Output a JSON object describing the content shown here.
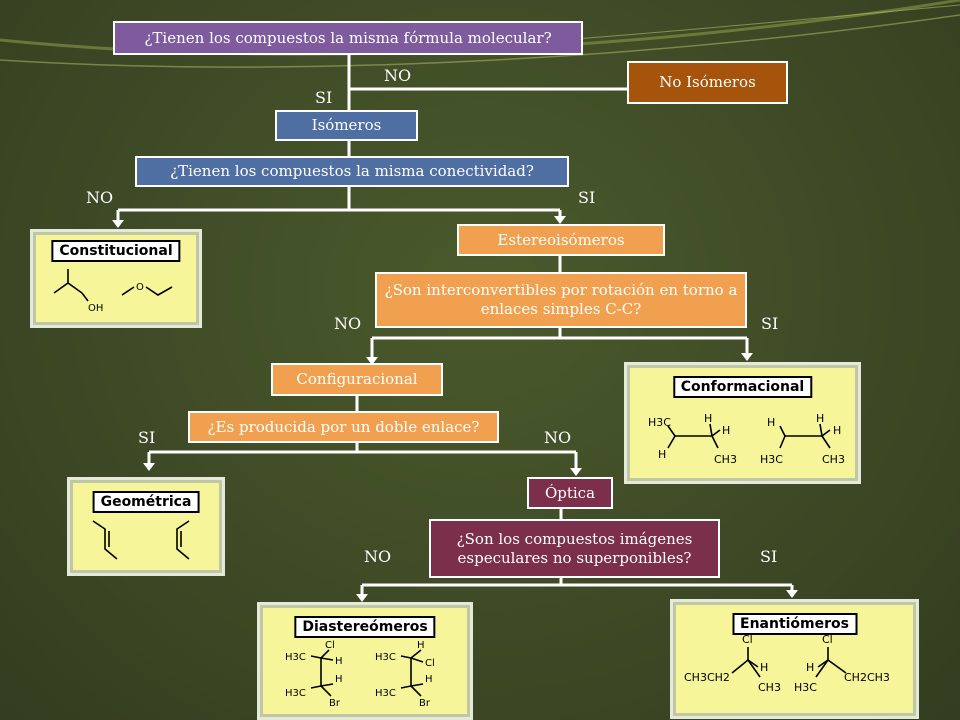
{
  "colors": {
    "background": "#3e4a26",
    "q_formula": "#7d5b9c",
    "no_isomeros": "#a6530c",
    "blue_boxes": "#4f6fa3",
    "orange_boxes": "#f0a04f",
    "maroon_boxes": "#7b2f4a",
    "panel": "#f7f59a"
  },
  "nodes": {
    "q_formula": "¿Tienen los compuestos la misma fórmula molecular?",
    "no_isomeros": "No Isómeros",
    "isomeros": "Isómeros",
    "q_conectividad": "¿Tienen los compuestos la misma conectividad?",
    "estereoisomeros": "Estereoisómeros",
    "q_rotacion": "¿Son interconvertibles por rotación en torno a enlaces simples C-C?",
    "configuracional": "Configuracional",
    "q_doble_enlace": "¿Es producida por un doble enlace?",
    "optica": "Óptica",
    "q_especulares": "¿Son los compuestos imágenes especulares no superponibles?"
  },
  "branch_labels": {
    "formula_no": "NO",
    "formula_si": "SI",
    "conectividad_no": "NO",
    "conectividad_si": "SI",
    "rotacion_no": "NO",
    "rotacion_si": "SI",
    "doble_si": "SI",
    "doble_no": "NO",
    "especulares_no": "NO",
    "especulares_si": "SI"
  },
  "panels": {
    "constitucional": {
      "title": "Constitucional",
      "atoms": [
        "OH",
        "O"
      ]
    },
    "conformacional": {
      "title": "Conformacional",
      "atoms": [
        "H3C",
        "H",
        "H",
        "H",
        "CH3",
        "H",
        "H",
        "H",
        "H3C",
        "CH3"
      ]
    },
    "geometrica": {
      "title": "Geométrica"
    },
    "diastereomeros": {
      "title": "Diastereómeros",
      "atoms": [
        "Cl",
        "H3C",
        "H",
        "H3C",
        "H",
        "Br",
        "H",
        "H3C",
        "Cl",
        "H3C",
        "H",
        "Br"
      ]
    },
    "enantiomeros": {
      "title": "Enantiómeros",
      "atoms": [
        "Cl",
        "Cl",
        "CH3CH2",
        "H",
        "CH3",
        "H3C",
        "H",
        "CH2CH3"
      ]
    }
  }
}
